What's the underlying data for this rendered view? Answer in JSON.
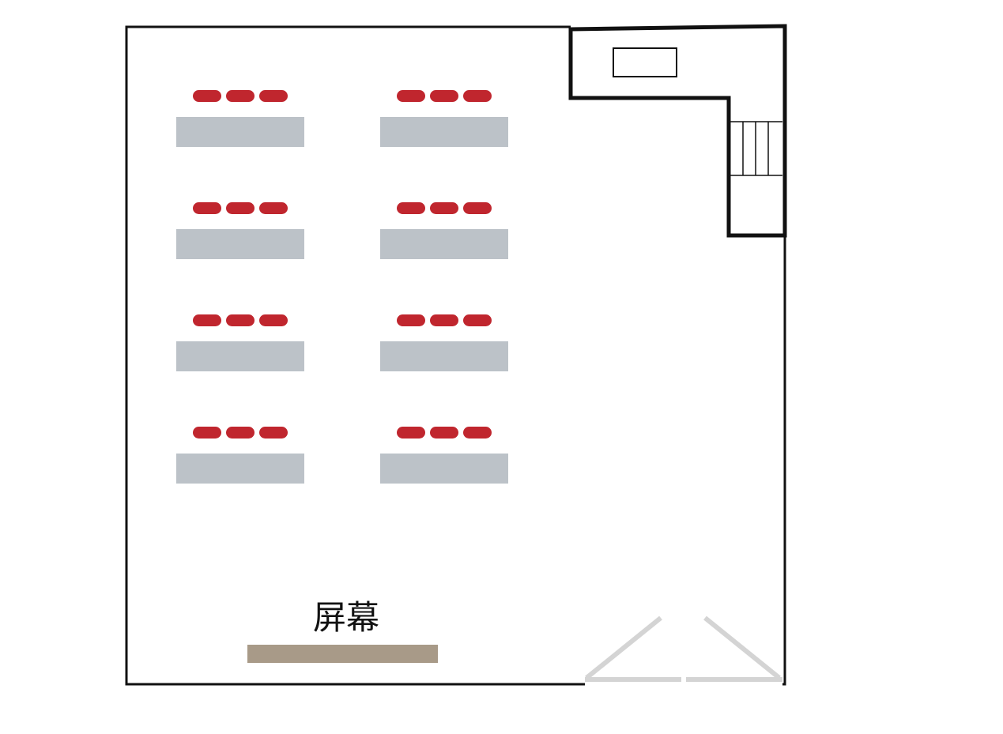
{
  "floorplan": {
    "screen_label": "屏幕",
    "desk_count": 8,
    "chairs_per_desk": 3,
    "colors": {
      "wall": "#111111",
      "chair": "#c0262e",
      "desk": "#bcc2c8",
      "screen": "#a89a88",
      "door": "#d4d4d4",
      "floor": "#ffffff"
    }
  }
}
